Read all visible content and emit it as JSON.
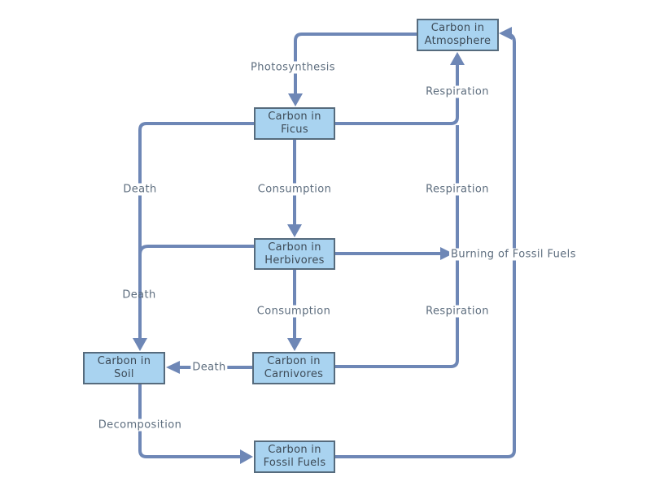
{
  "diagram": {
    "type": "carbon-cycle-flow-diagram",
    "background": "#ffffff"
  },
  "colors": {
    "node_fill": "#a9d3f0",
    "node_border": "#566b7d",
    "node_text": "#3d4a56",
    "connector": "#6e87b6",
    "edge_label_text": "#5d6d7e"
  },
  "nodes": {
    "atmosphere": {
      "label": "Carbon in Atmosphere"
    },
    "ficus": {
      "label": "Carbon in Ficus"
    },
    "herbivores": {
      "label": "Carbon in Herbivores"
    },
    "carnivores": {
      "label": "Carbon in Carnivores"
    },
    "soil": {
      "label": "Carbon in Soil"
    },
    "fossil_fuels": {
      "label": "Carbon in Fossil Fuels"
    }
  },
  "edges": {
    "photosynthesis": {
      "label": "Photosynthesis",
      "from": "atmosphere",
      "to": "ficus"
    },
    "respiration_ficus": {
      "label": "Respiration",
      "from": "ficus",
      "to": "atmosphere"
    },
    "respiration_herbivores": {
      "label": "Respiration",
      "from": "herbivores",
      "to": "atmosphere"
    },
    "respiration_carnivores": {
      "label": "Respiration",
      "from": "carnivores",
      "to": "atmosphere"
    },
    "consumption_ficus": {
      "label": "Consumption",
      "from": "ficus",
      "to": "herbivores"
    },
    "consumption_herbivores": {
      "label": "Consumption",
      "from": "herbivores",
      "to": "carnivores"
    },
    "death_ficus": {
      "label": "Death",
      "from": "ficus",
      "to": "soil"
    },
    "death_herbivores": {
      "label": "Death",
      "from": "herbivores",
      "to": "soil"
    },
    "death_carnivores": {
      "label": "Death",
      "from": "carnivores",
      "to": "soil"
    },
    "decomposition": {
      "label": "Decomposition",
      "from": "soil",
      "to": "fossil_fuels"
    },
    "burning": {
      "label": "Burning of Fossil Fuels",
      "from": "fossil_fuels",
      "to": "atmosphere"
    }
  }
}
